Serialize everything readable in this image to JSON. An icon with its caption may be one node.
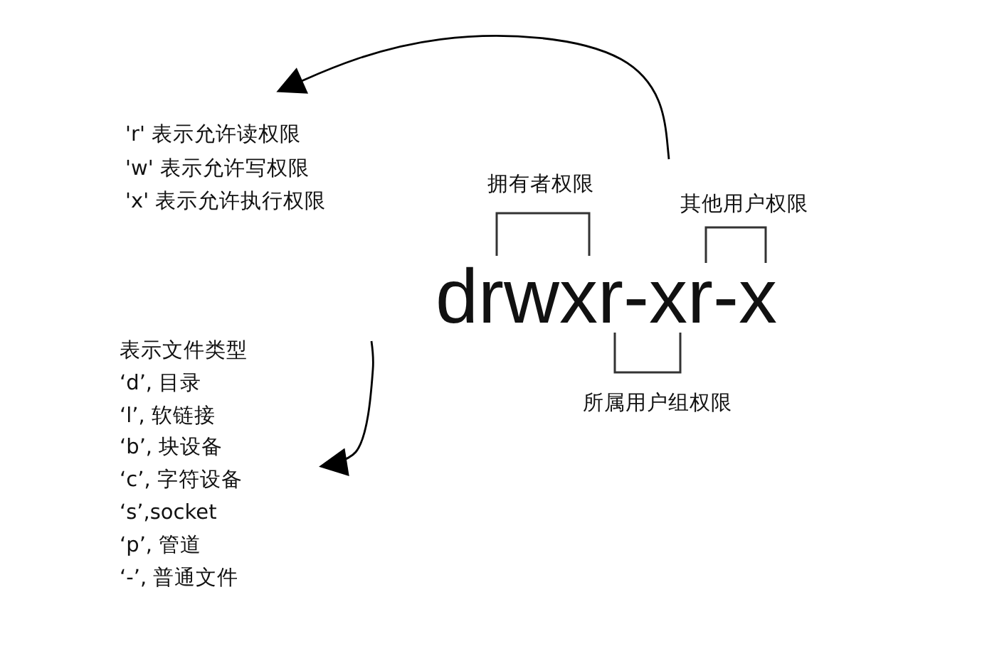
{
  "diagram": {
    "nodes": [
      {
        "text": [
          "'r'  表示允许读权限",
          "'w' 表示允许写权限",
          "'x'  表示允许执行权限"
        ]
      },
      {
        "text": [
          "表示文件类型",
          "‘d’, 目录",
          "‘l’, 软链接",
          "‘b’, 块设备",
          "‘c’, 字符设备",
          "‘s’,socket",
          "‘p’, 管道",
          "‘-’, 普通文件"
        ]
      },
      {
        "text": [
          "drwxr-xr-x"
        ]
      },
      {
        "text": [
          "拥有者权限"
        ]
      },
      {
        "text": [
          "其他用户权限"
        ]
      },
      {
        "text": [
          "所属用户组权限"
        ]
      }
    ],
    "edges": [
      {
        "from": 4,
        "to": 0,
        "arrow": "to"
      },
      {
        "from": 2,
        "to": 1,
        "arrow": "to"
      }
    ]
  }
}
